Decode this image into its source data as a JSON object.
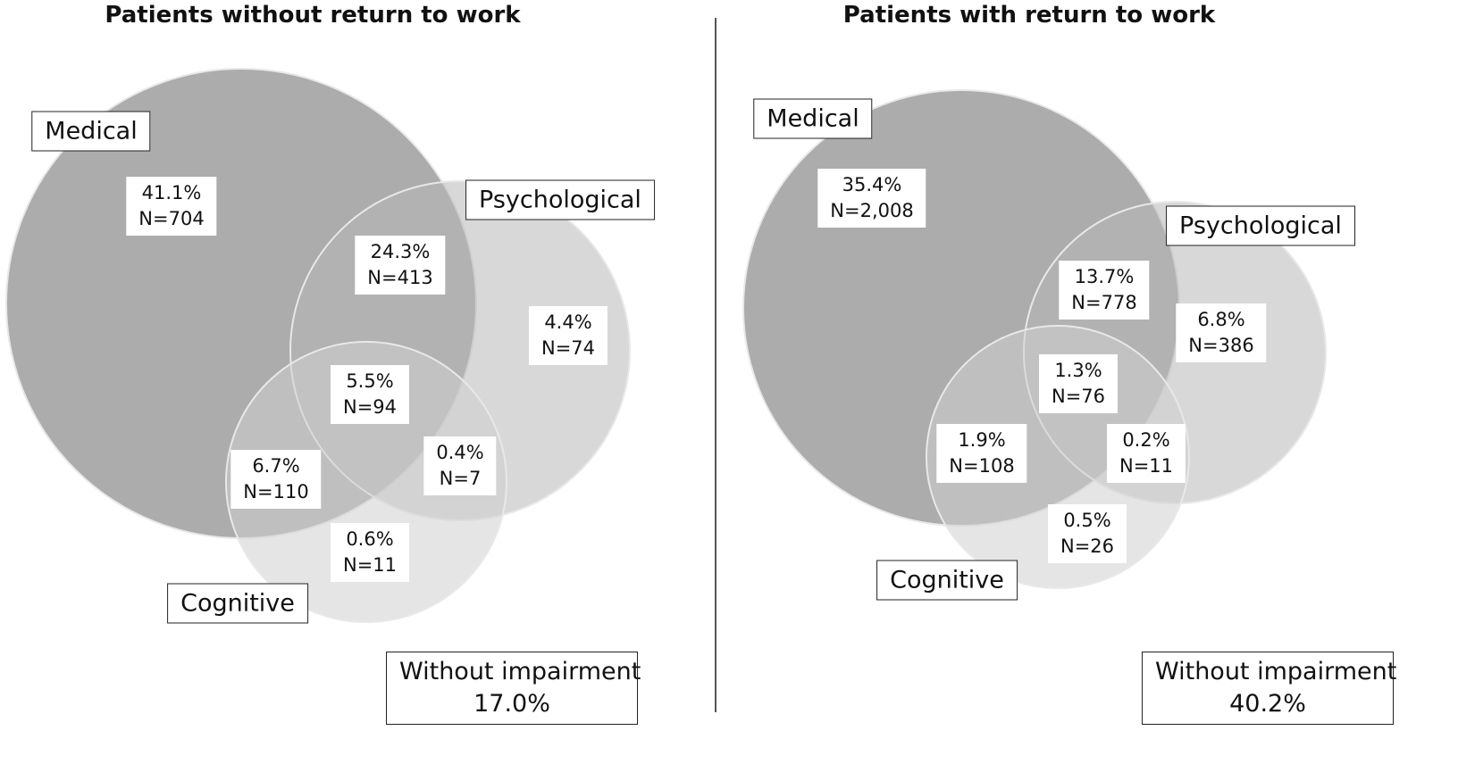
{
  "panels": [
    {
      "title": "Patients without return to work",
      "labels": {
        "medical": "Medical",
        "psychological": "Psychological",
        "cognitive": "Cognitive"
      },
      "regions": {
        "medical_only": {
          "pct": "41.1%",
          "n": "N=704"
        },
        "medical_psych": {
          "pct": "24.3%",
          "n": "N=413"
        },
        "psych_only": {
          "pct": "4.4%",
          "n": "N=74"
        },
        "all_three": {
          "pct": "5.5%",
          "n": "N=94"
        },
        "psych_cog": {
          "pct": "0.4%",
          "n": "N=7"
        },
        "medical_cog": {
          "pct": "6.7%",
          "n": "N=110"
        },
        "cog_only": {
          "pct": "0.6%",
          "n": "N=11"
        }
      },
      "without_impairment": {
        "label": "Without impairment",
        "value": "17.0%"
      }
    },
    {
      "title": "Patients with return to work",
      "labels": {
        "medical": "Medical",
        "psychological": "Psychological",
        "cognitive": "Cognitive"
      },
      "regions": {
        "medical_only": {
          "pct": "35.4%",
          "n": "N=2,008"
        },
        "medical_psych": {
          "pct": "13.7%",
          "n": "N=778"
        },
        "psych_only": {
          "pct": "6.8%",
          "n": "N=386"
        },
        "all_three": {
          "pct": "1.3%",
          "n": "N=76"
        },
        "psych_cog": {
          "pct": "0.2%",
          "n": "N=11"
        },
        "medical_cog": {
          "pct": "1.9%",
          "n": "N=108"
        },
        "cog_only": {
          "pct": "0.5%",
          "n": "N=26"
        }
      },
      "without_impairment": {
        "label": "Without impairment",
        "value": "40.2%"
      }
    }
  ],
  "colors": {
    "medical_fill": "#9a9a9a",
    "psychological_fill": "#b8b8b8",
    "cognitive_fill": "#cfcfcf",
    "circle_stroke": "#e8e8e8"
  }
}
